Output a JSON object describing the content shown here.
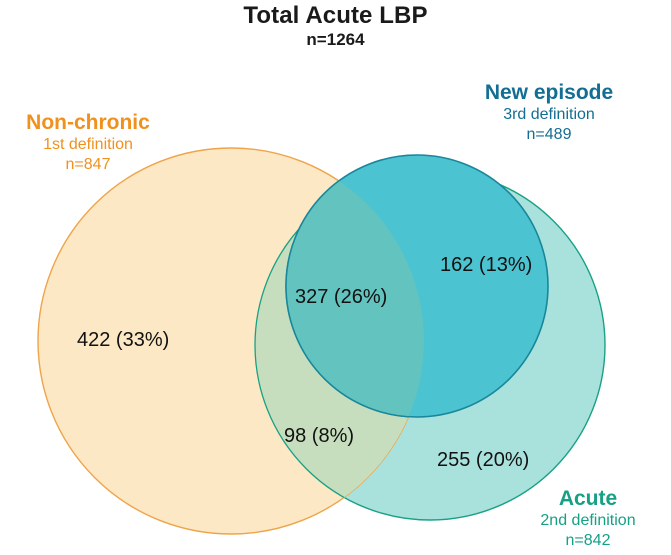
{
  "title": {
    "main": "Total Acute LBP",
    "sub": "n=1264"
  },
  "groups": {
    "non_chronic": {
      "name": "Non-chronic",
      "definition": "1st definition",
      "n": "n=847",
      "color": "#F0911E",
      "fill": "#FCE8C4"
    },
    "new_episode": {
      "name": "New episode",
      "definition": "3rd definition",
      "n": "n=489",
      "color": "#136E93",
      "fill": "#4CC3D0"
    },
    "acute": {
      "name": "Acute",
      "definition": "2nd definition",
      "n": "n=842",
      "color": "#16A085",
      "fill": "#A9E2DC"
    }
  },
  "counts": {
    "non_chronic_only": "422 (33%)",
    "non_chronic_and_new_episode": "327 (26%)",
    "new_episode_only": "162 (13%)",
    "non_chronic_and_acute": "98 (8%)",
    "acute_only": "255 (20%)"
  },
  "chart_data": {
    "type": "pie",
    "title": "Total Acute LBP",
    "subtitle": "n=1264",
    "total": 1264,
    "sets": [
      {
        "name": "Non-chronic",
        "definition": "1st definition",
        "n": 847,
        "color": "#F0911E",
        "fill": "#FCE8C4"
      },
      {
        "name": "Acute",
        "definition": "2nd definition",
        "n": 842,
        "color": "#16A085",
        "fill": "#A9E2DC"
      },
      {
        "name": "New episode",
        "definition": "3rd definition",
        "n": 489,
        "color": "#136E93",
        "fill": "#4CC3D0"
      }
    ],
    "regions": [
      {
        "sets": [
          "Non-chronic"
        ],
        "label": "422 (33%)",
        "value": 422,
        "percent": 33
      },
      {
        "sets": [
          "Non-chronic",
          "New episode"
        ],
        "label": "327 (26%)",
        "value": 327,
        "percent": 26
      },
      {
        "sets": [
          "New episode"
        ],
        "label": "162 (13%)",
        "value": 162,
        "percent": 13
      },
      {
        "sets": [
          "Non-chronic",
          "Acute"
        ],
        "label": "98 (8%)",
        "value": 98,
        "percent": 8
      },
      {
        "sets": [
          "Acute"
        ],
        "label": "255 (20%)",
        "value": 255,
        "percent": 20
      }
    ],
    "xlabel": "",
    "ylabel": "",
    "legend_position": "inline-labels",
    "grid": false
  }
}
